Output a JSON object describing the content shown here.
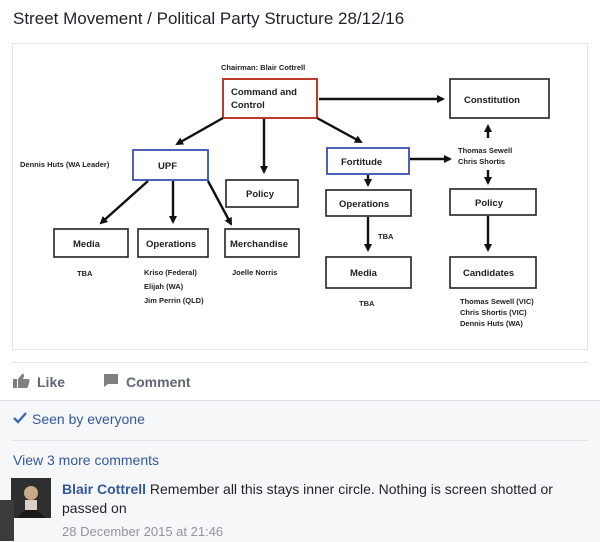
{
  "post": {
    "title": "Street Movement / Political Party Structure 28/12/16"
  },
  "diagram": {
    "chairman": "Chairman: Blair Cottrell",
    "command_line1": "Command and",
    "command_line2": "Control",
    "constitution": "Constitution",
    "upf": "UPF",
    "fortitude": "Fortitude",
    "policy_left": "Policy",
    "operations_mid": "Operations",
    "policy_right": "Policy",
    "media_left": "Media",
    "operations_left": "Operations",
    "merchandise": "Merchandise",
    "media_mid": "Media",
    "candidates": "Candidates",
    "dennis_huts_leader": "Dennis Huts (WA Leader)",
    "fortitude_names_1": "Thomas Sewell",
    "fortitude_names_2": "Chris Shortis",
    "tba_media_left": "TBA",
    "ops_names_1": "Kriso (Federal)",
    "ops_names_2": "Elijah (WA)",
    "ops_names_3": "Jim Perrin (QLD)",
    "merch_name": "Joelle Norris",
    "tba_ops_mid": "TBA",
    "tba_media_mid": "TBA",
    "cand_1": "Thomas Sewell (VIC)",
    "cand_2": "Chris Shortis (VIC)",
    "cand_3": "Dennis Huts (WA)",
    "command_border_color": "#c0392b",
    "blue_border_color": "#3b4fb0"
  },
  "actions": {
    "like": "Like",
    "comment": "Comment"
  },
  "seen": "Seen by everyone",
  "view_more": "View 3 more comments",
  "comment": {
    "author": "Blair Cottrell",
    "text": "Remember all this stays inner circle. Nothing is screen shotted or passed on",
    "time": "28 December 2015 at 21:46"
  }
}
